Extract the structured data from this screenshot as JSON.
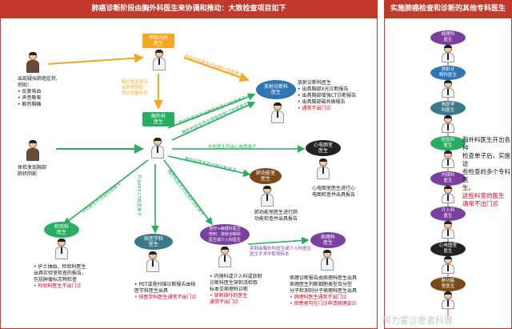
{
  "header_left": "肺癌诊断阶段由胸外科医生来协调和推动：大致检查项目如下",
  "header_right": "实施肺癌检查和诊断的其他专科医生",
  "patients": [
    {
      "lines": [
        "出现疑似肺癌症状,",
        "例如：",
        "• 反复咳血",
        "• 声音嘶哑",
        "• 剧烈胸痛"
      ]
    },
    {
      "lines": [
        "体检发现胸部",
        "肺状阴影"
      ]
    }
  ],
  "nodes": {
    "respiratory": "呼吸内科\n医生",
    "thoracic": "胸外科\n医生",
    "radiology": "放射诊断科\n医生",
    "ecg": "心电图室\n医生",
    "pulmonary_func": "肺功能室\n医生",
    "endoscopy": "检验科\n医生",
    "nuclear": "核医学科\n医生",
    "radiology2": "放疗+病理科医生\n穿刺：放射诊断科\n医生或介入科医生",
    "pathology": "病理科\n医生"
  },
  "arrows": {
    "resp_to_thoracic": "呼吸内科医生开出胸片检查单子",
    "resp_note": "胸片检查提示\n有异常阴影\n转诊到胸外科",
    "ct": "胸外科医生开出胸部检查CT检查单子",
    "ct2": "胸外科医生开出增强增强CT检查单子",
    "ecg": "外科医生开出心电图单子",
    "pf": "胸外科医生开出肺功能单子",
    "lab": "外科医生开出血检验单子",
    "pet": "开出PET-CT检查单子",
    "pathology": "胸外科医生开出穿刺活检单子",
    "needle": "穿刺由胸外科医生或介入科医生\n医生手术中取得标本"
  },
  "notes": {
    "radiology": [
      "放射诊断科医生",
      "• 出具胸部X光诊断报告",
      "• 出具胸部增强CT诊断报告",
      "• 出具脑部磁共振报告"
    ],
    "radiology_red": "• 通常不出门诊",
    "ecg": [
      "心电图室医生进行心",
      "电图检查并出具报告"
    ],
    "pf": [
      "肺功能室医生进行肺",
      "功能检查并出具报告"
    ],
    "lab": [
      "• 护士抽血，检验科医生",
      "  出具实验室检查的报告，",
      "  包括肿瘤标志物检查"
    ],
    "lab_red": "• 检验科医生不出门诊",
    "nuclear": [
      "• PET或骨扫描诊断报告由核",
      "  医学科医生出具"
    ],
    "nuclear_red": "• 核医学科医生通常不出门诊",
    "radiology2": [
      "• 内镜科或介入科或放射",
      "  诊断科医生穿刺活检取",
      "  标本交病理科诊断"
    ],
    "radiology2_red": [
      "• 穿刺操作的医生",
      "  通常不出门诊"
    ],
    "pathology": [
      "病理诊断报告由病理科医生出具",
      "病理医生判断细胞类型及分型",
      "分子检测则分子病理科医生出具"
    ],
    "pathology_red": [
      "• 病理科医生通常不出门诊",
      "• 但患者可在门诊申请病理会诊"
    ]
  },
  "side_list": [
    "病理科\n医生",
    "放射诊\n断科医生",
    "核医学\n科医生",
    "检验科\n医生",
    "内镜科\n医生",
    "介入科\n医生",
    "心电图室\n医生",
    "肺功能\n室医生"
  ],
  "side_text": [
    "胸外科医生开出各种",
    "检查单子后，实施这",
    "些检查的多个专科医",
    "生。"
  ],
  "side_text_red": [
    "这些科室的医生",
    "通常不出门诊"
  ],
  "watermark": "尚力霍诊患者科普",
  "colors": {
    "red": "#c0392b",
    "orange": "#f5a623",
    "green": "#27ae60",
    "blue": "#2e75b6",
    "purple": "#7b3fa0",
    "dark": "#222222"
  }
}
